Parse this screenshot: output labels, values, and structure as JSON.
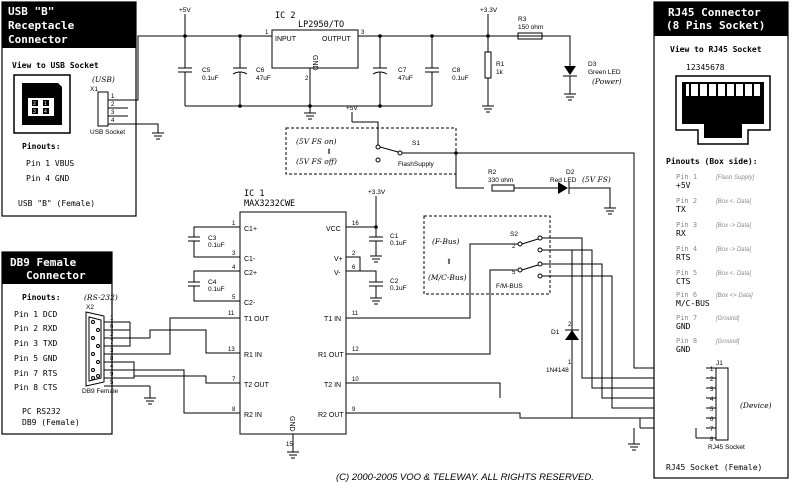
{
  "usb": {
    "title_line1": "USB \"B\"",
    "title_line2": "Receptacle",
    "title_line3": "Connector",
    "view_label": "View to USB Socket",
    "usb_tag": "(USB)",
    "ref": "X1",
    "socket_label": "USB Socket",
    "pins": [
      "1",
      "2",
      "3",
      "4"
    ],
    "pinouts_label": "Pinouts:",
    "pinout1": "Pin 1  VBUS",
    "pinout2": "Pin 4  GND",
    "footer": "USB \"B\" (Female)"
  },
  "db9": {
    "title_line1": "DB9 Female",
    "title_line2": "Connector",
    "pinouts_label": "Pinouts:",
    "rs232_tag": "(RS-232)",
    "ref": "X2",
    "socket_label": "DB9 Female",
    "pinouts": [
      "Pin 1  DCD",
      "Pin 2  RXD",
      "Pin 3  TXD",
      "Pin 5  GND",
      "Pin 7  RTS",
      "Pin 8  CTS"
    ],
    "pins": [
      "1",
      "6",
      "2",
      "7",
      "3",
      "8",
      "4",
      "9",
      "5"
    ],
    "footer1": "PC RS232",
    "footer2": "DB9  (Female)"
  },
  "rj45": {
    "title_line1": "RJ45 Connector",
    "title_line2": "(8 Pins Socket)",
    "view_label": "View to RJ45 Socket",
    "pin_numbers": "12345678",
    "pinouts_label": "Pinouts (Box side):",
    "pinouts": [
      {
        "pin": "Pin 1",
        "sig": "+5V",
        "note": "[Flash Supply]"
      },
      {
        "pin": "Pin 2",
        "sig": "TX",
        "note": "[Box <- Data]"
      },
      {
        "pin": "Pin 3",
        "sig": "RX",
        "note": "[Box -> Data]"
      },
      {
        "pin": "Pin 4",
        "sig": "RTS",
        "note": "[Box -> Data]"
      },
      {
        "pin": "Pin 5",
        "sig": "CTS",
        "note": "[Box <- Data]"
      },
      {
        "pin": "Pin 6",
        "sig": "M/C-BUS",
        "note": "[Box <> Data]"
      },
      {
        "pin": "Pin 7",
        "sig": "GND",
        "note": "[Ground]"
      },
      {
        "pin": "Pin 8",
        "sig": "GND",
        "note": "[Ground]"
      }
    ],
    "ref": "J1",
    "device_tag": "(Device)",
    "socket_label": "RJ45 Socket",
    "pins": [
      "1",
      "2",
      "3",
      "4",
      "5",
      "6",
      "7",
      "8"
    ],
    "footer": "RJ45 Socket (Female)"
  },
  "ic2": {
    "ref": "IC 2",
    "part": "LP2950/TO",
    "input": "INPUT",
    "output": "OUTPUT",
    "gnd": "GND",
    "pin1": "1",
    "pin2": "2",
    "pin3": "3"
  },
  "ic1": {
    "ref": "IC 1",
    "part": "MAX3232CWE",
    "left_pins": [
      {
        "num": "1",
        "name": "C1+"
      },
      {
        "num": "3",
        "name": "C1-"
      },
      {
        "num": "4",
        "name": "C2+"
      },
      {
        "num": "5",
        "name": "C2-"
      },
      {
        "num": "11",
        "name": "T1 OUT"
      },
      {
        "num": "13",
        "name": "R1 IN"
      },
      {
        "num": "7",
        "name": "T2 OUT"
      },
      {
        "num": "8",
        "name": "R2 IN"
      }
    ],
    "right_pins": [
      {
        "num": "16",
        "name": "VCC"
      },
      {
        "num": "2",
        "name": "V+"
      },
      {
        "num": "6",
        "name": "V-"
      },
      {
        "num": "11",
        "name": "T1 IN"
      },
      {
        "num": "12",
        "name": "R1 OUT"
      },
      {
        "num": "10",
        "name": "T2 IN"
      },
      {
        "num": "9",
        "name": "R2 OUT"
      }
    ],
    "gnd": "GND",
    "gnd_pin": "15"
  },
  "power": {
    "plus5v": "+5V",
    "plus3v3": "+3.3V",
    "plus3v3_b": "+3.3V",
    "plus5v_s1": "+5V"
  },
  "caps": {
    "c5": "C5",
    "c5v": "0.1uF",
    "c6": "C6",
    "c6v": "47uF",
    "c7": "C7",
    "c7v": "47uF",
    "c8": "C8",
    "c8v": "0.1uF",
    "c3": "C3",
    "c3v": "0.1uF",
    "c4": "C4",
    "c4v": "0.1uF",
    "c1": "C1",
    "c1v": "0.1uF",
    "c2": "C2",
    "c2v": "0.1uF"
  },
  "resistors": {
    "r1": "R1",
    "r1v": "1k",
    "r2": "R2",
    "r2v": "330 ohm",
    "r3": "R3",
    "r3v": "150 ohm"
  },
  "leds": {
    "d3": "D3",
    "d3v": "Green LED",
    "d3tag": "(Power)",
    "d2": "D2",
    "d2v": "Red LED",
    "d2tag": "(5V FS)",
    "d1": "D1",
    "d1v": "1N4148"
  },
  "switches": {
    "s1": "S1",
    "s1name": "FlashSupply",
    "s1on": "(5V FS on)",
    "s1off": "(5V FS off)",
    "s2": "S2",
    "s2name": "F/M-BUS",
    "s2f": "(F-Bus)",
    "s2mc": "(M/C-Bus)"
  },
  "copyright": "(C) 2000-2005  VOO & TELEWAY.  ALL RIGHTS RESERVED."
}
